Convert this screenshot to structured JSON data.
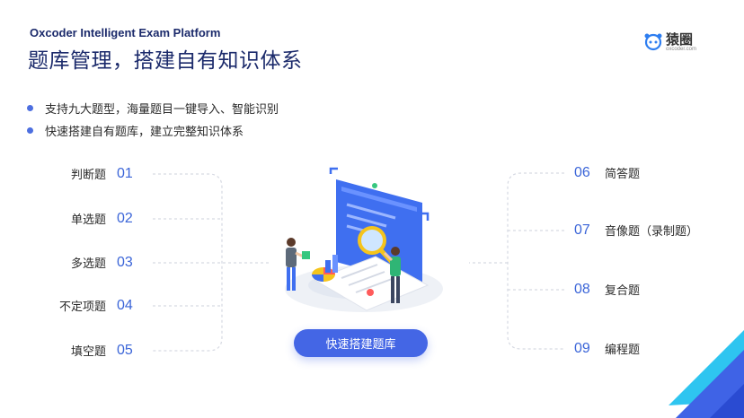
{
  "header": {
    "title_en": "Oxcoder Intelligent Exam Platform",
    "title_cn": "题库管理，搭建自有知识体系"
  },
  "logo": {
    "name": "猿圈",
    "url": "oxcoder.com"
  },
  "bullets": [
    "支持九大题型，海量题目一键导入、智能识别",
    "快速搭建自有题库，建立完整知识体系"
  ],
  "question_types_left": [
    {
      "label": "判断题",
      "num": "01"
    },
    {
      "label": "单选题",
      "num": "02"
    },
    {
      "label": "多选题",
      "num": "03"
    },
    {
      "label": "不定项题",
      "num": "04"
    },
    {
      "label": "填空题",
      "num": "05"
    }
  ],
  "question_types_right": [
    {
      "num": "06",
      "label": "简答题"
    },
    {
      "num": "07",
      "label": "音像题（录制题）"
    },
    {
      "num": "08",
      "label": "复合题"
    },
    {
      "num": "09",
      "label": "编程题"
    }
  ],
  "cta_label": "快速搭建题库",
  "colors": {
    "brand_dark": "#1b2a6b",
    "accent_blue": "#4466e5",
    "number_blue": "#3b65d8",
    "corner_cyan": "#2ec5f0"
  }
}
